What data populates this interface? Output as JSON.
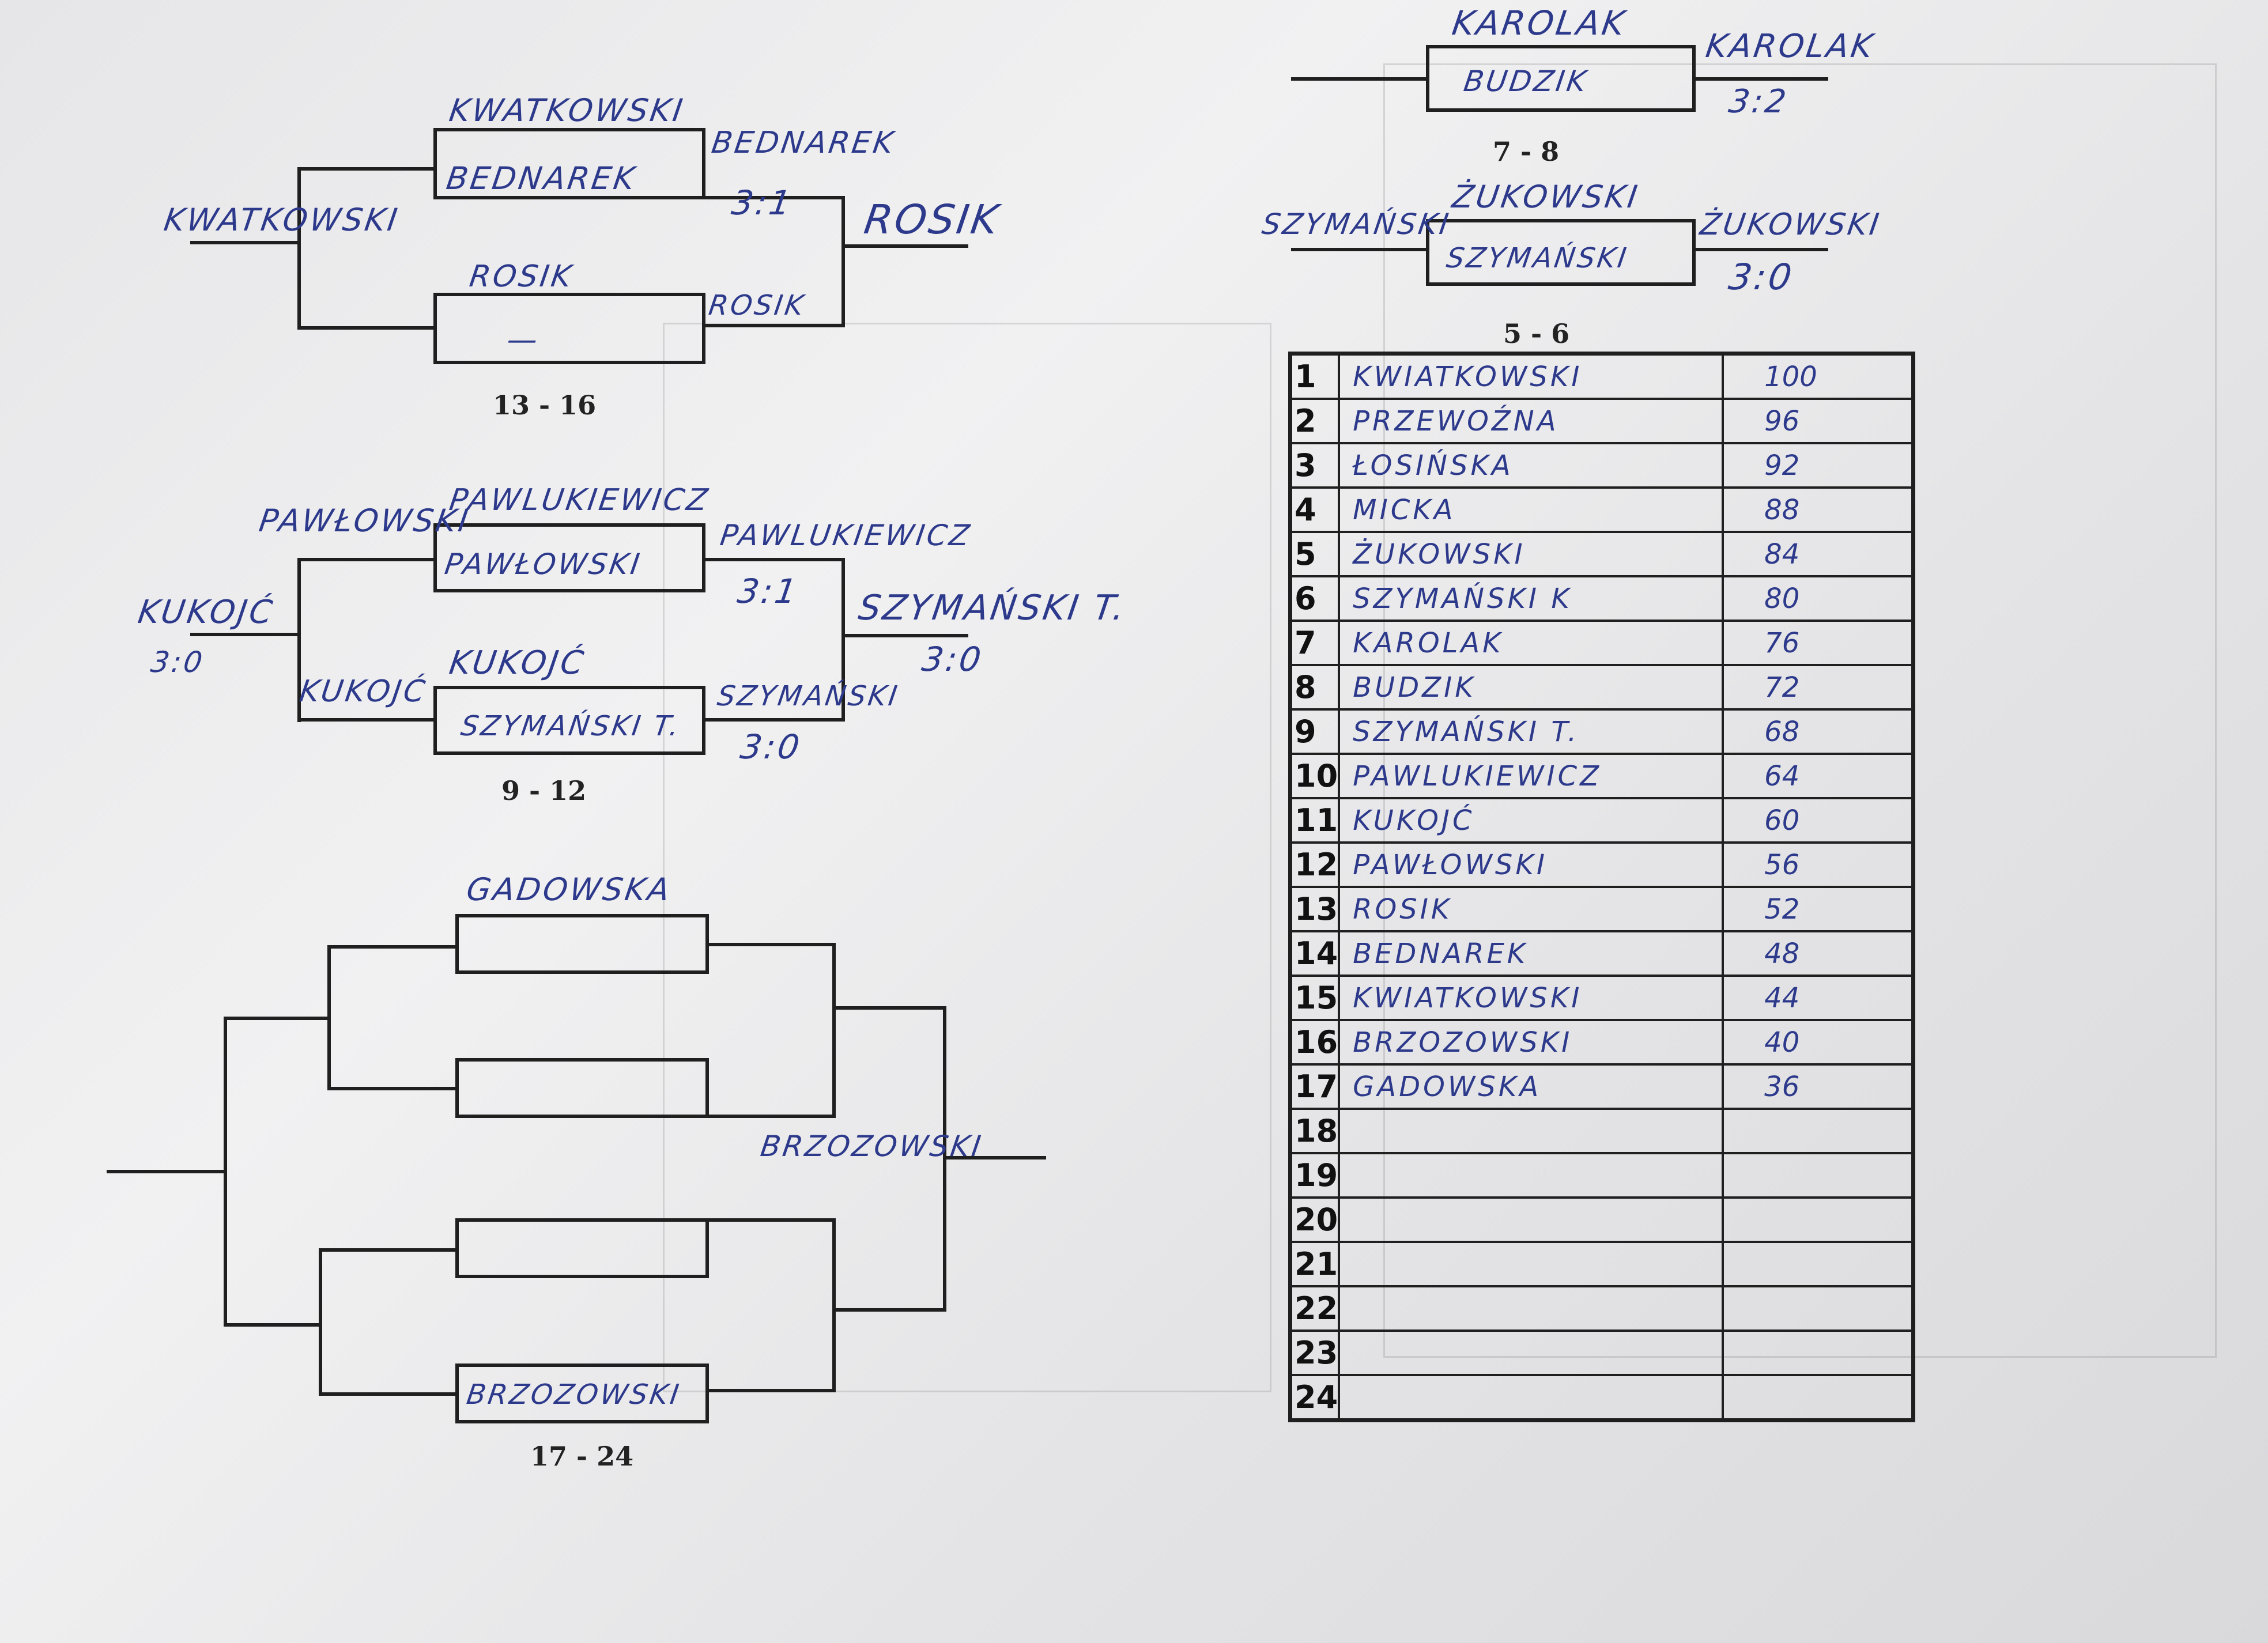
{
  "bracket_13_16": {
    "label": "13 - 16",
    "left_entry": "KWATKOWSKI",
    "top_above": "KWATKOWSKI",
    "top_box": "BEDNAREK",
    "top_right": "BEDNAREK",
    "top_score": "3:1",
    "bottom_above": "ROSIK",
    "bottom_box": "—",
    "bottom_right": "ROSIK",
    "final": "ROSIK"
  },
  "bracket_9_12": {
    "label": "9 - 12",
    "left_upper": "PAWŁOWSKI",
    "left_lower": "KUKOJĆ",
    "left_lower_score": "3:0",
    "top_above": "PAWLUKIEWICZ",
    "top_box": "PAWŁOWSKI",
    "top_right": "PAWLUKIEWICZ",
    "top_score": "3:1",
    "bottom_left": "KUKOJĆ",
    "bottom_above": "KUKOJĆ",
    "bottom_box": "SZYMAŃSKI T.",
    "bottom_right": "SZYMAŃSKI",
    "bottom_score": "3:0",
    "final": "SZYMAŃSKI T.",
    "final_score": "3:0"
  },
  "bracket_17_24": {
    "label": "17 - 24",
    "box1_above": "GADOWSKA",
    "box4": "BRZOZOWSKI",
    "final": "BRZOZOWSKI"
  },
  "bracket_7_8": {
    "label": "7 - 8",
    "above": "KAROLAK",
    "box": "BUDZIK",
    "right": "KAROLAK",
    "score": "3:2"
  },
  "bracket_5_6": {
    "label": "5 - 6",
    "left": "SZYMAŃSKI",
    "above": "ŻUKOWSKI",
    "box": "SZYMAŃSKI",
    "right": "ŻUKOWSKI",
    "score": "3:0"
  },
  "ranking": [
    {
      "pos": "1",
      "name": "KWIATKOWSKI",
      "pts": "100"
    },
    {
      "pos": "2",
      "name": "PRZEWOŹNA",
      "pts": "96"
    },
    {
      "pos": "3",
      "name": "ŁOSIŃSKA",
      "pts": "92"
    },
    {
      "pos": "4",
      "name": "MICKA",
      "pts": "88"
    },
    {
      "pos": "5",
      "name": "ŻUKOWSKI",
      "pts": "84"
    },
    {
      "pos": "6",
      "name": "SZYMAŃSKI K",
      "pts": "80"
    },
    {
      "pos": "7",
      "name": "KAROLAK",
      "pts": "76"
    },
    {
      "pos": "8",
      "name": "BUDZIK",
      "pts": "72"
    },
    {
      "pos": "9",
      "name": "SZYMAŃSKI T.",
      "pts": "68"
    },
    {
      "pos": "10",
      "name": "PAWLUKIEWICZ",
      "pts": "64"
    },
    {
      "pos": "11",
      "name": "KUKOJĆ",
      "pts": "60"
    },
    {
      "pos": "12",
      "name": "PAWŁOWSKI",
      "pts": "56"
    },
    {
      "pos": "13",
      "name": "ROSIK",
      "pts": "52"
    },
    {
      "pos": "14",
      "name": "BEDNAREK",
      "pts": "48"
    },
    {
      "pos": "15",
      "name": "KWIATKOWSKI",
      "pts": "44"
    },
    {
      "pos": "16",
      "name": "BRZOZOWSKI",
      "pts": "40"
    },
    {
      "pos": "17",
      "name": "GADOWSKA",
      "pts": "36"
    },
    {
      "pos": "18",
      "name": "",
      "pts": ""
    },
    {
      "pos": "19",
      "name": "",
      "pts": ""
    },
    {
      "pos": "20",
      "name": "",
      "pts": ""
    },
    {
      "pos": "21",
      "name": "",
      "pts": ""
    },
    {
      "pos": "22",
      "name": "",
      "pts": ""
    },
    {
      "pos": "23",
      "name": "",
      "pts": ""
    },
    {
      "pos": "24",
      "name": "",
      "pts": ""
    }
  ]
}
